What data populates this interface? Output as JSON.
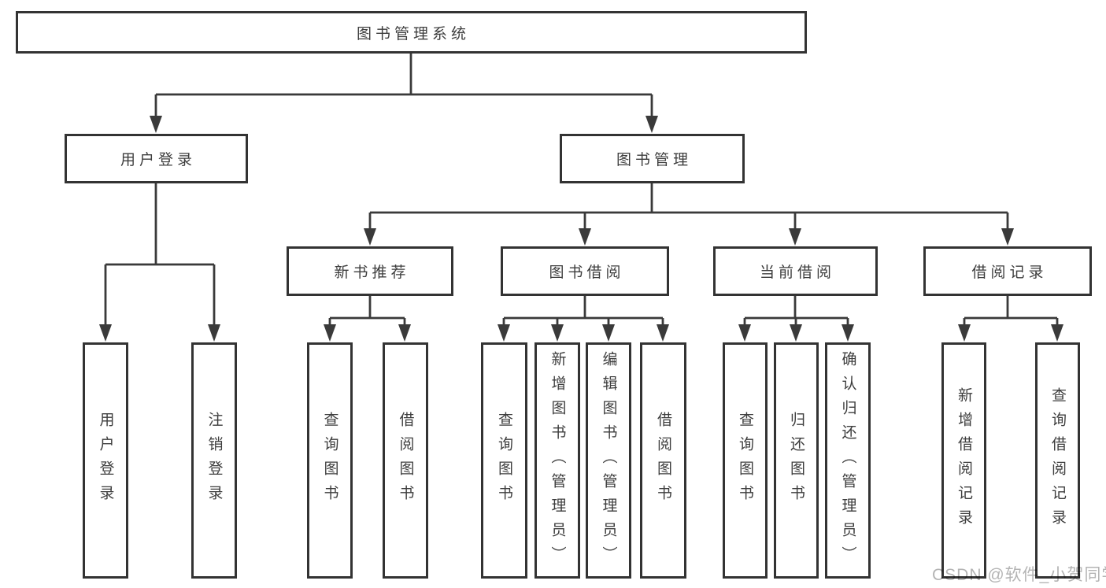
{
  "colors": {
    "line": "#3a3a3a",
    "box-border": "#333333",
    "text": "#3d3d3d",
    "background": "#ffffff",
    "watermark": "#b4b4b4"
  },
  "tree": {
    "label": "图书管理系统",
    "children": [
      {
        "label": "用户登录",
        "children": [
          {
            "label": "用户登录"
          },
          {
            "label": "注销登录"
          }
        ]
      },
      {
        "label": "图书管理",
        "children": [
          {
            "label": "新书推荐",
            "children": [
              {
                "label": "查询图书"
              },
              {
                "label": "借阅图书"
              }
            ]
          },
          {
            "label": "图书借阅",
            "children": [
              {
                "label": "查询图书"
              },
              {
                "label": "新增图书（管理员）"
              },
              {
                "label": "编辑图书（管理员）"
              },
              {
                "label": "借阅图书"
              }
            ]
          },
          {
            "label": "当前借阅",
            "children": [
              {
                "label": "查询图书"
              },
              {
                "label": "归还图书"
              },
              {
                "label": "确认归还（管理员）"
              }
            ]
          },
          {
            "label": "借阅记录",
            "children": [
              {
                "label": "新增借阅记录"
              },
              {
                "label": "查询借阅记录"
              }
            ]
          }
        ]
      }
    ]
  },
  "watermark": "CSDN @软件_小贺同学"
}
